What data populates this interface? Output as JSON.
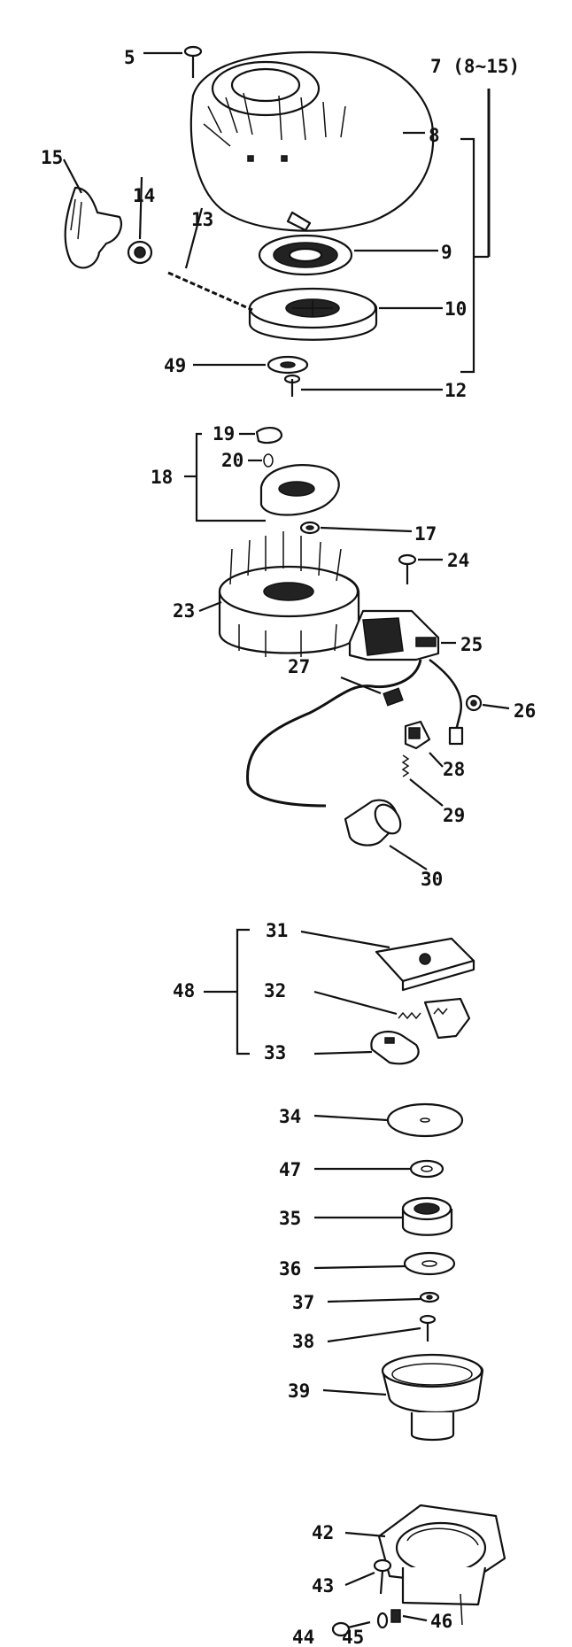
{
  "labels": {
    "l5": "5",
    "l7": "7 (8~15)",
    "l8": "8",
    "l9": "9",
    "l10": "10",
    "l12": "12",
    "l13": "13",
    "l14": "14",
    "l15": "15",
    "l49": "49",
    "l17": "17",
    "l18": "18",
    "l19": "19",
    "l20": "20",
    "l23": "23",
    "l24": "24",
    "l25": "25",
    "l26": "26",
    "l27": "27",
    "l28": "28",
    "l29": "29",
    "l30": "30",
    "l31": "31",
    "l32": "32",
    "l33": "33",
    "l48": "48",
    "l34": "34",
    "l47": "47",
    "l35": "35",
    "l36": "36",
    "l37": "37",
    "l38": "38",
    "l39": "39",
    "l42": "42",
    "l43": "43",
    "l44": "44",
    "l45": "45",
    "l46": "46"
  }
}
